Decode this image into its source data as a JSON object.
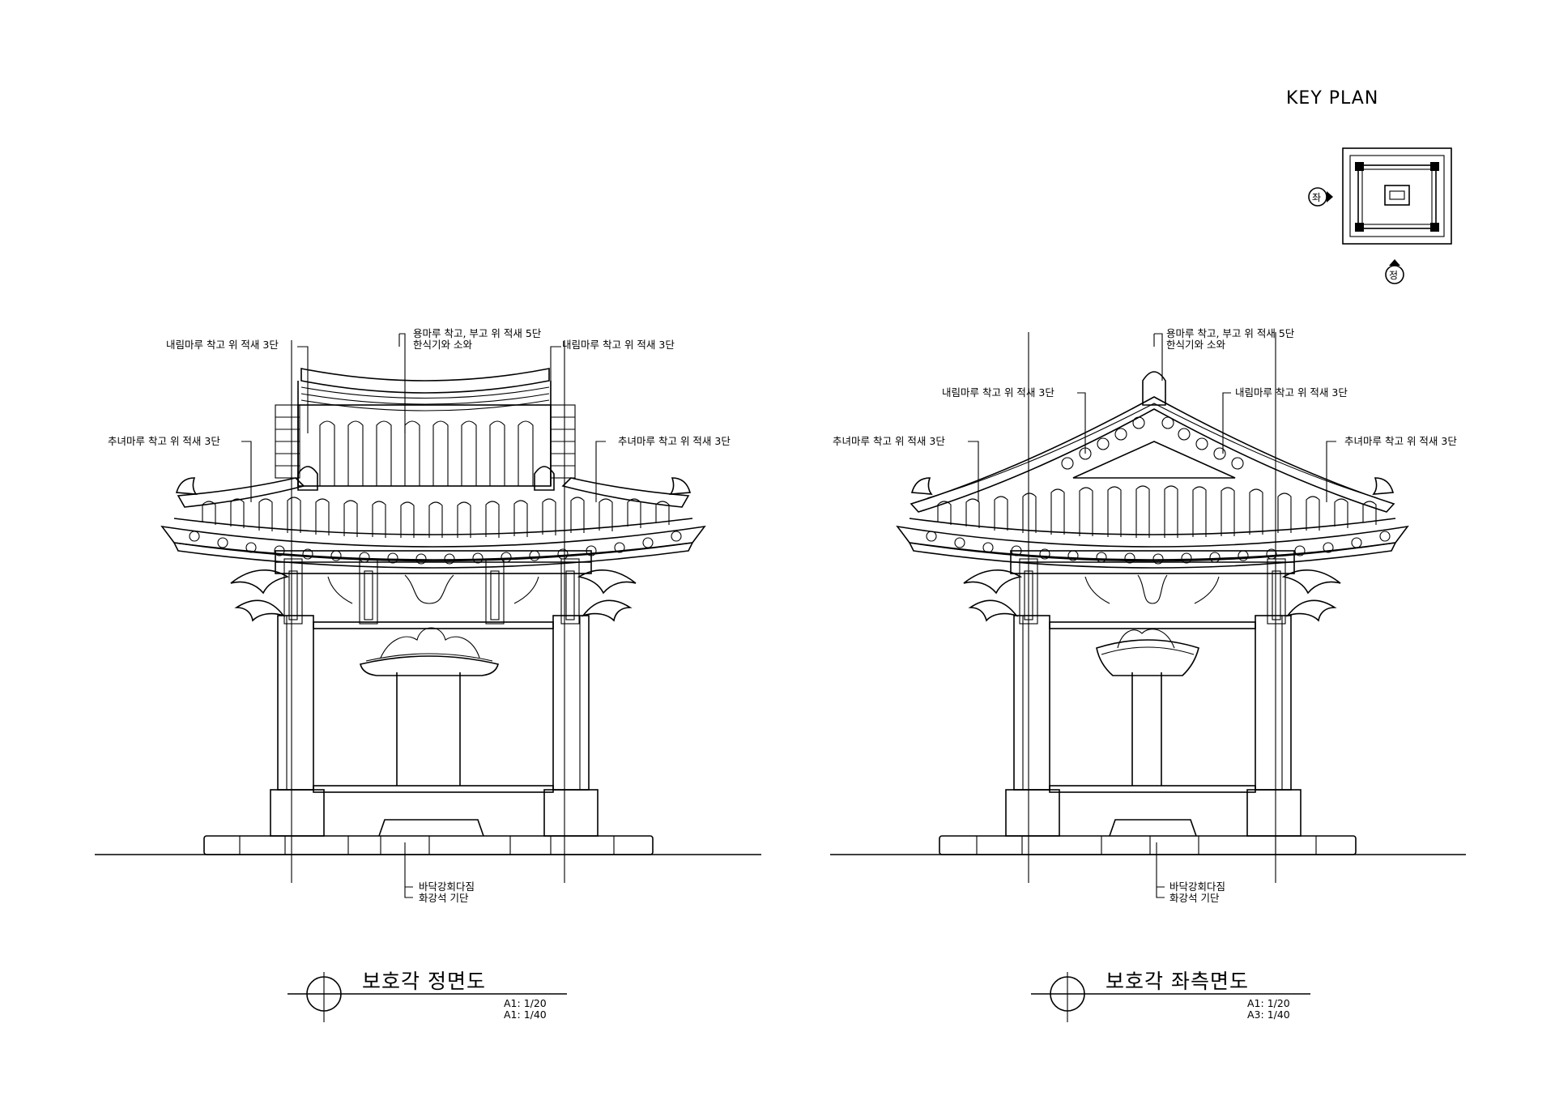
{
  "key_plan": {
    "title": "KEY PLAN",
    "left_marker": "좌",
    "front_marker": "정"
  },
  "front_elevation": {
    "title": "보호각 정면도",
    "scale_a1": "A1: 1/20",
    "scale_a3": "A1: 1/40",
    "notes": {
      "ridge_1": "용마루 착고, 부고 위 적새 5단",
      "ridge_2": "한식기와 소와",
      "descending_left": "내림마루 착고 위 적새 3단",
      "descending_right": "내림마루 착고 위 적새 3단",
      "corner_left": "추녀마루 착고 위 적새 3단",
      "corner_right": "추녀마루 착고 위 적새 3단",
      "floor": "바닥강회다짐",
      "base": "화강석 기단"
    }
  },
  "side_elevation": {
    "title": "보호각 좌측면도",
    "scale_a1": "A1: 1/20",
    "scale_a3": "A3: 1/40",
    "notes": {
      "ridge_1": "용마루 착고, 부고 위 적새 5단",
      "ridge_2": "한식기와 소와",
      "descending_left": "내림마루 착고 위 적새 3단",
      "descending_right": "내림마루 착고 위 적새 3단",
      "corner_left": "추녀마루 착고 위 적새 3단",
      "corner_right": "추녀마루 착고 위 적새 3단",
      "floor": "바닥강회다짐",
      "base": "화강석 기단"
    }
  }
}
